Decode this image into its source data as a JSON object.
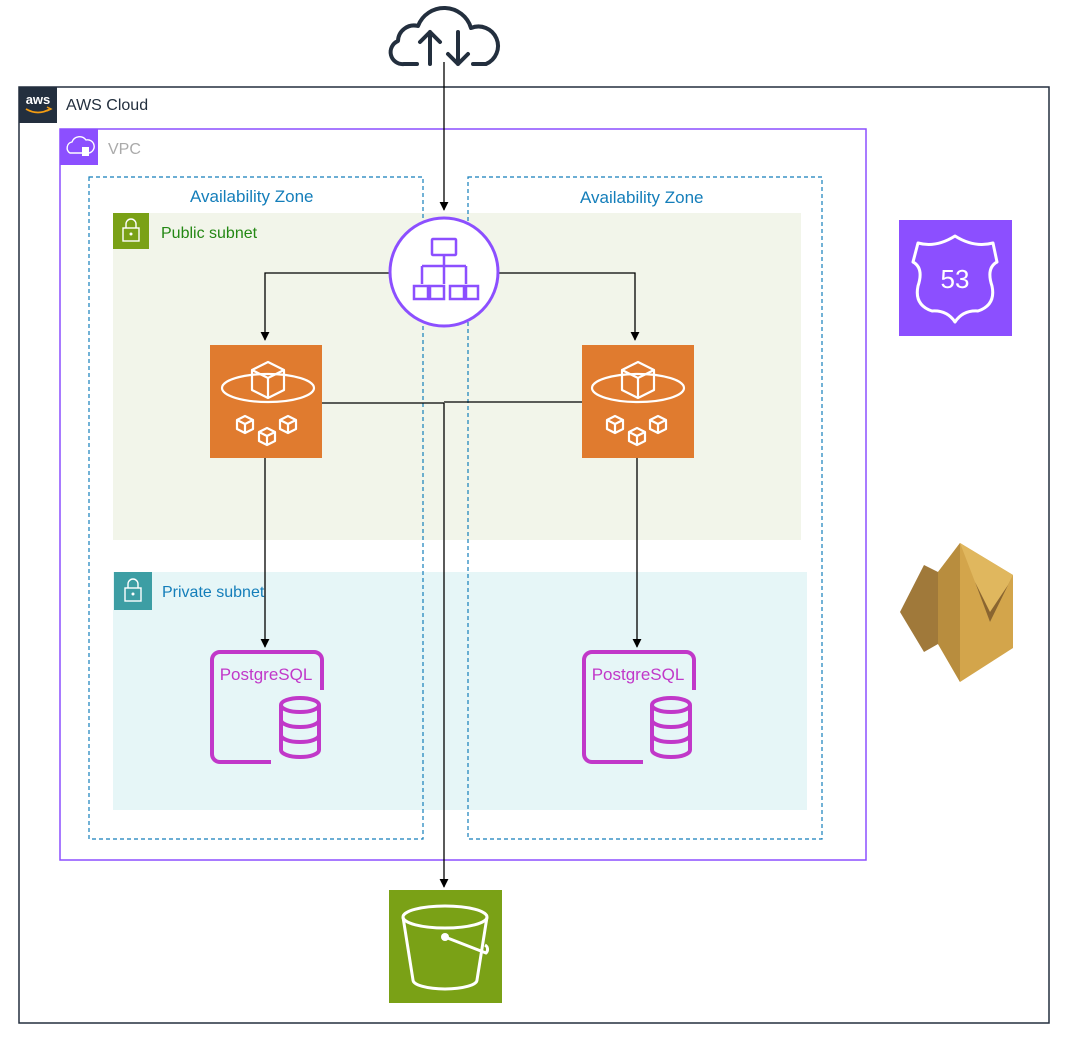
{
  "aws_cloud": {
    "label": "AWS Cloud",
    "logo_text": "aws",
    "border_color": "#232f3e"
  },
  "vpc": {
    "label": "VPC",
    "label_color": "#aaaaaa",
    "border_color": "#8c4fff"
  },
  "availability_zones": [
    {
      "label": "Availability Zone"
    },
    {
      "label": "Availability Zone"
    }
  ],
  "az_color": "#147eba",
  "public_subnet": {
    "label": "Public subnet",
    "label_color": "#248814",
    "fill": "#f2f5ea",
    "icon_color": "#7aa116"
  },
  "private_subnet": {
    "label": "Private subnet",
    "label_color": "#147eba",
    "fill": "#e6f6f7",
    "icon_color": "#3d9ea4"
  },
  "services": {
    "internet": {
      "icon": "internet-cloud-icon",
      "color": "#232f3e"
    },
    "load_balancer": {
      "icon": "load-balancer-icon",
      "color": "#8c4fff"
    },
    "compute": [
      {
        "icon": "ec2-instances-icon",
        "color": "#e07b2f"
      },
      {
        "icon": "ec2-instances-icon",
        "color": "#e07b2f"
      }
    ],
    "databases": [
      {
        "icon": "postgresql-icon",
        "text": "PostgreSQL",
        "color": "#c138c9"
      },
      {
        "icon": "postgresql-icon",
        "text": "PostgreSQL",
        "color": "#c138c9"
      }
    ],
    "route53": {
      "icon": "route53-icon",
      "text": "53",
      "color": "#8c4fff"
    },
    "email": {
      "icon": "ses-icon",
      "color": "#d3a54b"
    },
    "storage": {
      "icon": "s3-bucket-icon",
      "color": "#7aa116"
    }
  }
}
